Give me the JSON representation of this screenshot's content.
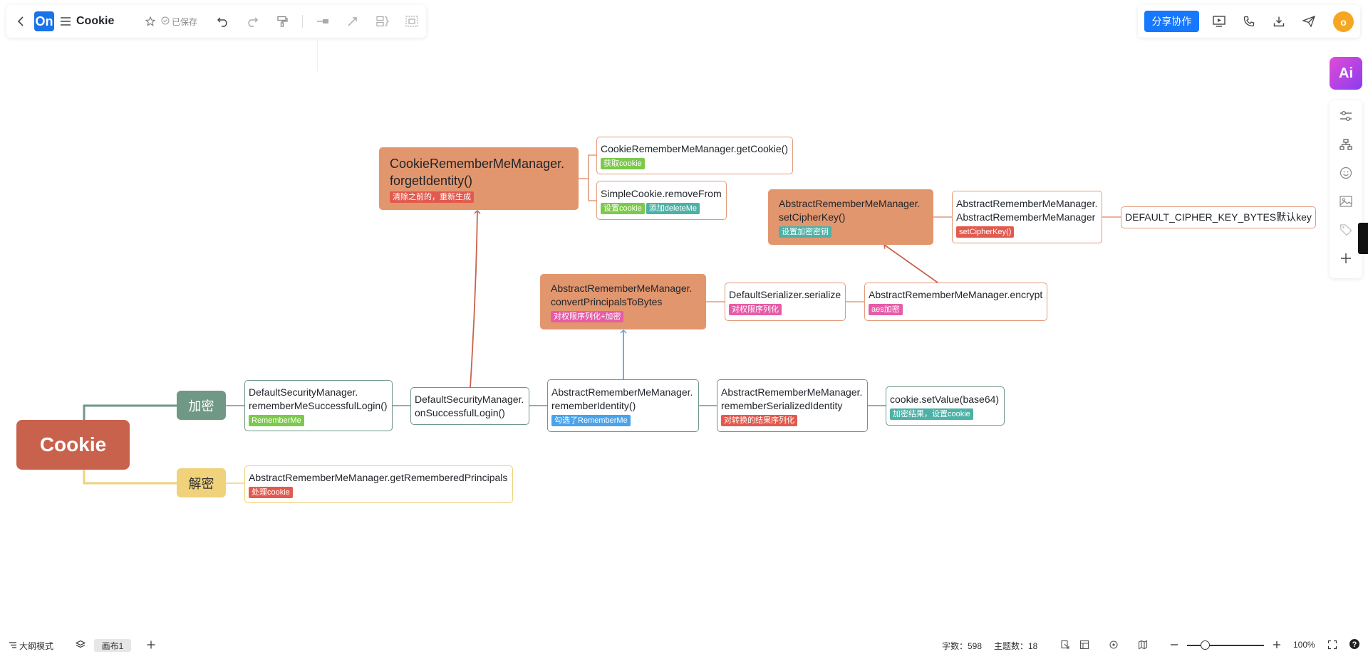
{
  "header": {
    "title": "Cookie",
    "logo_text": "On",
    "saved_label": "已保存",
    "share_label": "分享协作",
    "avatar_letter": "o"
  },
  "sidebar": {
    "ai_label": "Ai"
  },
  "mindmap": {
    "root": "Cookie",
    "branch_encrypt": "加密",
    "branch_decrypt": "解密",
    "nodes": {
      "dsm_rememberme": {
        "lines": [
          "DefaultSecurityManager.",
          "rememberMeSuccessfulLogin()"
        ],
        "tags": [
          "RememberMe"
        ]
      },
      "dsm_onsuccess": {
        "lines": [
          "DefaultSecurityManager.",
          "onSuccessfulLogin()"
        ],
        "tags": []
      },
      "arm_remember_identity": {
        "lines": [
          "AbstractRememberMeManager.",
          "rememberIdentity()"
        ],
        "tags": [
          "勾选了RememberMe"
        ]
      },
      "arm_remember_serialized": {
        "lines": [
          "AbstractRememberMeManager.",
          "rememberSerializedIdentity"
        ],
        "tags": [
          "对转换的结果序列化"
        ]
      },
      "cookie_setvalue": {
        "lines": [
          "cookie.setValue(base64)"
        ],
        "tags": [
          "加密结果，设置cookie"
        ]
      },
      "crm_forget": {
        "lines": [
          "CookieRememberMeManager.",
          "forgetIdentity()"
        ],
        "tags": [
          "清除之前的，重新生成"
        ]
      },
      "crm_getcookie": {
        "lines": [
          "CookieRememberMeManager.getCookie()"
        ],
        "tags": [
          "获取cookie"
        ]
      },
      "simplecookie_remove": {
        "lines": [
          "SimpleCookie.removeFrom"
        ],
        "tags": [
          "设置cookie",
          "添加deleteMe"
        ]
      },
      "arm_convert": {
        "lines": [
          "AbstractRememberMeManager.",
          "convertPrincipalsToBytes"
        ],
        "tags": [
          "对权限序列化+加密"
        ]
      },
      "default_serializer": {
        "lines": [
          "DefaultSerializer.serialize"
        ],
        "tags": [
          "对权限序列化"
        ]
      },
      "arm_encrypt": {
        "lines": [
          "AbstractRememberMeManager.encrypt"
        ],
        "tags": [
          "aes加密"
        ]
      },
      "arm_setcipher": {
        "lines": [
          "AbstractRememberMeManager.",
          "setCipherKey()"
        ],
        "tags": [
          "设置加密密钥"
        ]
      },
      "arm_ctor": {
        "lines": [
          "AbstractRememberMeManager.",
          "AbstractRememberMeManager"
        ],
        "tags": [
          "setCipherKey()"
        ]
      },
      "default_cipher_key": {
        "lines": [
          "DEFAULT_CIPHER_KEY_BYTES默认key"
        ],
        "tags": []
      },
      "arm_get_remembered": {
        "lines": [
          "AbstractRememberMeManager.getRememberedPrincipals"
        ],
        "tags": [
          "处理cookie"
        ]
      }
    }
  },
  "colors": {
    "root": "#c9624c",
    "encrypt_branch": "#6f9886",
    "decrypt_branch": "#f0d27a",
    "highlight_node": "#e2966e",
    "node_border_orange": "#e39a7a",
    "node_border_green": "#6f9886",
    "node_border_yellow": "#f0d27a",
    "arrow_red": "#c9624c",
    "arrow_blue": "#5aa7e8",
    "tag_green": "#7cc94b",
    "tag_red": "#e25a4e",
    "tag_blue": "#4aa3ea",
    "tag_pink": "#e65ca7",
    "tag_teal": "#4db1a7"
  },
  "footer": {
    "outline_mode": "大纲模式",
    "canvas_tab": "画布1",
    "word_count": "字数：598",
    "topic_count": "主题数：18",
    "zoom": "100%"
  }
}
